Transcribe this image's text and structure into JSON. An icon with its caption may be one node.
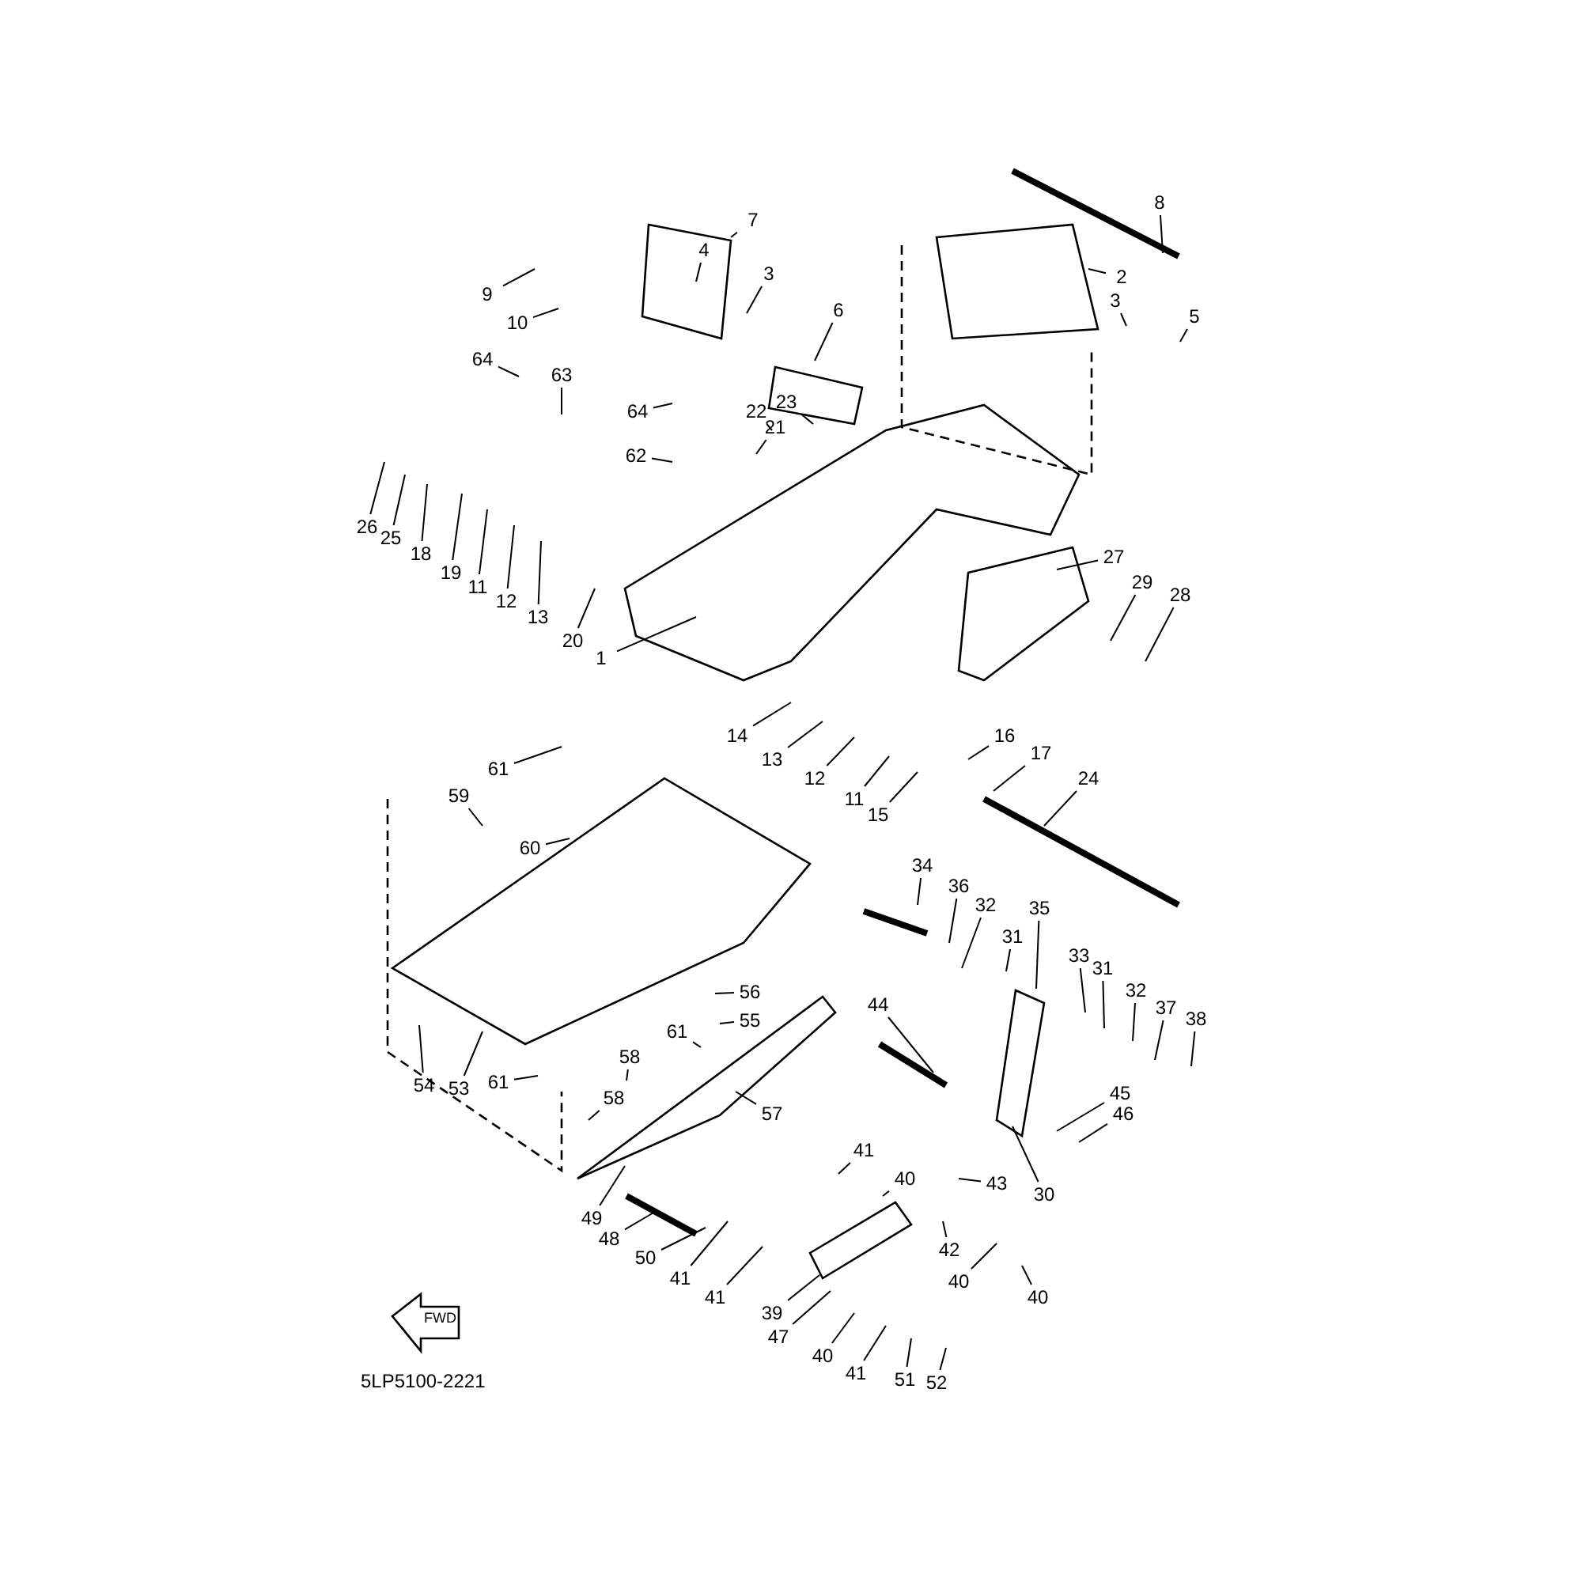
{
  "diagram": {
    "nodes": [
      {
        "text": [
          "8"
        ]
      },
      {
        "text": [
          "7"
        ]
      },
      {
        "text": [
          "4"
        ]
      },
      {
        "text": [
          "3"
        ]
      },
      {
        "text": [
          "2"
        ]
      },
      {
        "text": [
          "3"
        ]
      },
      {
        "text": [
          "9"
        ]
      },
      {
        "text": [
          "6"
        ]
      },
      {
        "text": [
          "5"
        ]
      },
      {
        "text": [
          "10"
        ]
      },
      {
        "text": [
          "64"
        ]
      },
      {
        "text": [
          "63"
        ]
      },
      {
        "text": [
          "64"
        ]
      },
      {
        "text": [
          "22"
        ]
      },
      {
        "text": [
          "23"
        ]
      },
      {
        "text": [
          "21"
        ]
      },
      {
        "text": [
          "62"
        ]
      },
      {
        "text": [
          "26"
        ]
      },
      {
        "text": [
          "25"
        ]
      },
      {
        "text": [
          "18"
        ]
      },
      {
        "text": [
          "19"
        ]
      },
      {
        "text": [
          "11"
        ]
      },
      {
        "text": [
          "12"
        ]
      },
      {
        "text": [
          "13"
        ]
      },
      {
        "text": [
          "27"
        ]
      },
      {
        "text": [
          "29"
        ]
      },
      {
        "text": [
          "28"
        ]
      },
      {
        "text": [
          "20"
        ]
      },
      {
        "text": [
          "1"
        ]
      },
      {
        "text": [
          "14"
        ]
      },
      {
        "text": [
          "16"
        ]
      },
      {
        "text": [
          "13"
        ]
      },
      {
        "text": [
          "17"
        ]
      },
      {
        "text": [
          "12"
        ]
      },
      {
        "text": [
          "11"
        ]
      },
      {
        "text": [
          "15"
        ]
      },
      {
        "text": [
          "24"
        ]
      },
      {
        "text": [
          "61"
        ]
      },
      {
        "text": [
          "59"
        ]
      },
      {
        "text": [
          "60"
        ]
      },
      {
        "text": [
          "34"
        ]
      },
      {
        "text": [
          "36"
        ]
      },
      {
        "text": [
          "32"
        ]
      },
      {
        "text": [
          "35"
        ]
      },
      {
        "text": [
          "31"
        ]
      },
      {
        "text": [
          "33"
        ]
      },
      {
        "text": [
          "31"
        ]
      },
      {
        "text": [
          "32"
        ]
      },
      {
        "text": [
          "37"
        ]
      },
      {
        "text": [
          "38"
        ]
      },
      {
        "text": [
          "56"
        ]
      },
      {
        "text": [
          "44"
        ]
      },
      {
        "text": [
          "55"
        ]
      },
      {
        "text": [
          "61"
        ]
      },
      {
        "text": [
          "58"
        ]
      },
      {
        "text": [
          "61"
        ]
      },
      {
        "text": [
          "54"
        ]
      },
      {
        "text": [
          "53"
        ]
      },
      {
        "text": [
          "58"
        ]
      },
      {
        "text": [
          "45"
        ]
      },
      {
        "text": [
          "46"
        ]
      },
      {
        "text": [
          "57"
        ]
      },
      {
        "text": [
          "41"
        ]
      },
      {
        "text": [
          "40"
        ]
      },
      {
        "text": [
          "43"
        ]
      },
      {
        "text": [
          "30"
        ]
      },
      {
        "text": [
          "49"
        ]
      },
      {
        "text": [
          "48"
        ]
      },
      {
        "text": [
          "42"
        ]
      },
      {
        "text": [
          "50"
        ]
      },
      {
        "text": [
          "40"
        ]
      },
      {
        "text": [
          "41"
        ]
      },
      {
        "text": [
          "40"
        ]
      },
      {
        "text": [
          "41"
        ]
      },
      {
        "text": [
          "39"
        ]
      },
      {
        "text": [
          "47"
        ]
      },
      {
        "text": [
          "40"
        ]
      },
      {
        "text": [
          "41"
        ]
      },
      {
        "text": [
          "51"
        ]
      },
      {
        "text": [
          "52"
        ]
      }
    ],
    "edges": [
      {
        "from": 0,
        "to": null,
        "arrow": "none"
      },
      {
        "from": 1,
        "to": null,
        "arrow": "none"
      },
      {
        "from": 2,
        "to": null,
        "arrow": "none"
      },
      {
        "from": 3,
        "to": null,
        "arrow": "none"
      },
      {
        "from": 4,
        "to": null,
        "arrow": "none"
      },
      {
        "from": 5,
        "to": null,
        "arrow": "none"
      },
      {
        "from": 6,
        "to": null,
        "arrow": "none"
      },
      {
        "from": 7,
        "to": null,
        "arrow": "none"
      },
      {
        "from": 8,
        "to": null,
        "arrow": "none"
      },
      {
        "from": 9,
        "to": null,
        "arrow": "none"
      },
      {
        "from": 10,
        "to": null,
        "arrow": "none"
      },
      {
        "from": 11,
        "to": null,
        "arrow": "none"
      },
      {
        "from": 12,
        "to": null,
        "arrow": "none"
      },
      {
        "from": 13,
        "to": null,
        "arrow": "none"
      },
      {
        "from": 14,
        "to": null,
        "arrow": "none"
      },
      {
        "from": 15,
        "to": null,
        "arrow": "none"
      },
      {
        "from": 16,
        "to": null,
        "arrow": "none"
      },
      {
        "from": 17,
        "to": null,
        "arrow": "none"
      },
      {
        "from": 18,
        "to": null,
        "arrow": "none"
      },
      {
        "from": 19,
        "to": null,
        "arrow": "none"
      },
      {
        "from": 20,
        "to": null,
        "arrow": "none"
      },
      {
        "from": 21,
        "to": null,
        "arrow": "none"
      },
      {
        "from": 22,
        "to": null,
        "arrow": "none"
      },
      {
        "from": 23,
        "to": null,
        "arrow": "none"
      },
      {
        "from": 24,
        "to": null,
        "arrow": "none"
      },
      {
        "from": 25,
        "to": null,
        "arrow": "none"
      },
      {
        "from": 26,
        "to": null,
        "arrow": "none"
      },
      {
        "from": 27,
        "to": null,
        "arrow": "none"
      },
      {
        "from": 28,
        "to": null,
        "arrow": "none"
      },
      {
        "from": 29,
        "to": null,
        "arrow": "none"
      },
      {
        "from": 30,
        "to": null,
        "arrow": "none"
      },
      {
        "from": 31,
        "to": null,
        "arrow": "none"
      },
      {
        "from": 32,
        "to": null,
        "arrow": "none"
      },
      {
        "from": 33,
        "to": null,
        "arrow": "none"
      },
      {
        "from": 34,
        "to": null,
        "arrow": "none"
      },
      {
        "from": 35,
        "to": null,
        "arrow": "none"
      },
      {
        "from": 36,
        "to": null,
        "arrow": "none"
      },
      {
        "from": 37,
        "to": null,
        "arrow": "none"
      },
      {
        "from": 38,
        "to": null,
        "arrow": "none"
      },
      {
        "from": 39,
        "to": null,
        "arrow": "none"
      },
      {
        "from": 40,
        "to": null,
        "arrow": "none"
      },
      {
        "from": 41,
        "to": null,
        "arrow": "none"
      },
      {
        "from": 42,
        "to": null,
        "arrow": "none"
      },
      {
        "from": 43,
        "to": null,
        "arrow": "none"
      },
      {
        "from": 44,
        "to": null,
        "arrow": "none"
      },
      {
        "from": 45,
        "to": null,
        "arrow": "none"
      },
      {
        "from": 46,
        "to": null,
        "arrow": "none"
      },
      {
        "from": 47,
        "to": null,
        "arrow": "none"
      },
      {
        "from": 48,
        "to": null,
        "arrow": "none"
      },
      {
        "from": 49,
        "to": null,
        "arrow": "none"
      },
      {
        "from": 50,
        "to": null,
        "arrow": "none"
      },
      {
        "from": 51,
        "to": null,
        "arrow": "none"
      },
      {
        "from": 52,
        "to": null,
        "arrow": "none"
      },
      {
        "from": 53,
        "to": null,
        "arrow": "none"
      },
      {
        "from": 54,
        "to": null,
        "arrow": "none"
      },
      {
        "from": 55,
        "to": null,
        "arrow": "none"
      },
      {
        "from": 56,
        "to": null,
        "arrow": "none"
      },
      {
        "from": 57,
        "to": null,
        "arrow": "none"
      },
      {
        "from": 58,
        "to": null,
        "arrow": "none"
      },
      {
        "from": 59,
        "to": null,
        "arrow": "none"
      },
      {
        "from": 60,
        "to": null,
        "arrow": "none"
      },
      {
        "from": 61,
        "to": null,
        "arrow": "none"
      },
      {
        "from": 62,
        "to": null,
        "arrow": "none"
      },
      {
        "from": 63,
        "to": null,
        "arrow": "none"
      },
      {
        "from": 64,
        "to": null,
        "arrow": "none"
      },
      {
        "from": 65,
        "to": null,
        "arrow": "none"
      },
      {
        "from": 66,
        "to": null,
        "arrow": "none"
      },
      {
        "from": 67,
        "to": null,
        "arrow": "none"
      },
      {
        "from": 68,
        "to": null,
        "arrow": "none"
      },
      {
        "from": 69,
        "to": null,
        "arrow": "none"
      },
      {
        "from": 70,
        "to": null,
        "arrow": "none"
      },
      {
        "from": 71,
        "to": null,
        "arrow": "none"
      },
      {
        "from": 72,
        "to": null,
        "arrow": "none"
      },
      {
        "from": 73,
        "to": null,
        "arrow": "none"
      },
      {
        "from": 74,
        "to": null,
        "arrow": "none"
      },
      {
        "from": 75,
        "to": null,
        "arrow": "none"
      },
      {
        "from": 76,
        "to": null,
        "arrow": "none"
      },
      {
        "from": 77,
        "to": null,
        "arrow": "none"
      },
      {
        "from": 78,
        "to": null,
        "arrow": "none"
      },
      {
        "from": 79,
        "to": null,
        "arrow": "none"
      }
    ],
    "labels": [
      "FWD",
      "5LP5100-2221"
    ]
  }
}
